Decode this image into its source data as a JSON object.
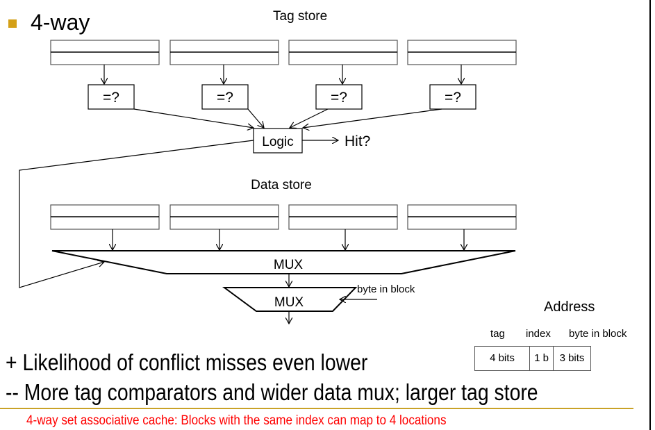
{
  "slide": {
    "bullet_title": "4-way",
    "pro": "+ Likelihood of conflict misses even lower",
    "con": "-- More tag comparators and wider data mux; larger tag store",
    "caption": "4-way set associative cache: Blocks with the same index can map to 4 locations",
    "colors": {
      "bullet": "#D4A017",
      "rule": "#C9A227",
      "caption": "#FF0000"
    }
  },
  "diagram": {
    "tag_store_label": "Tag store",
    "data_store_label": "Data store",
    "ways": 4,
    "comparator_label": "=?",
    "logic_label": "Logic",
    "hit_label": "Hit?",
    "mux1_label": "MUX",
    "mux2_label": "MUX",
    "byte_select_label": "byte in block"
  },
  "address": {
    "title": "Address",
    "fields": [
      {
        "name": "tag",
        "size": "4 bits"
      },
      {
        "name": "index",
        "size": "1 b"
      },
      {
        "name": "byte in block",
        "size": "3 bits"
      }
    ]
  }
}
